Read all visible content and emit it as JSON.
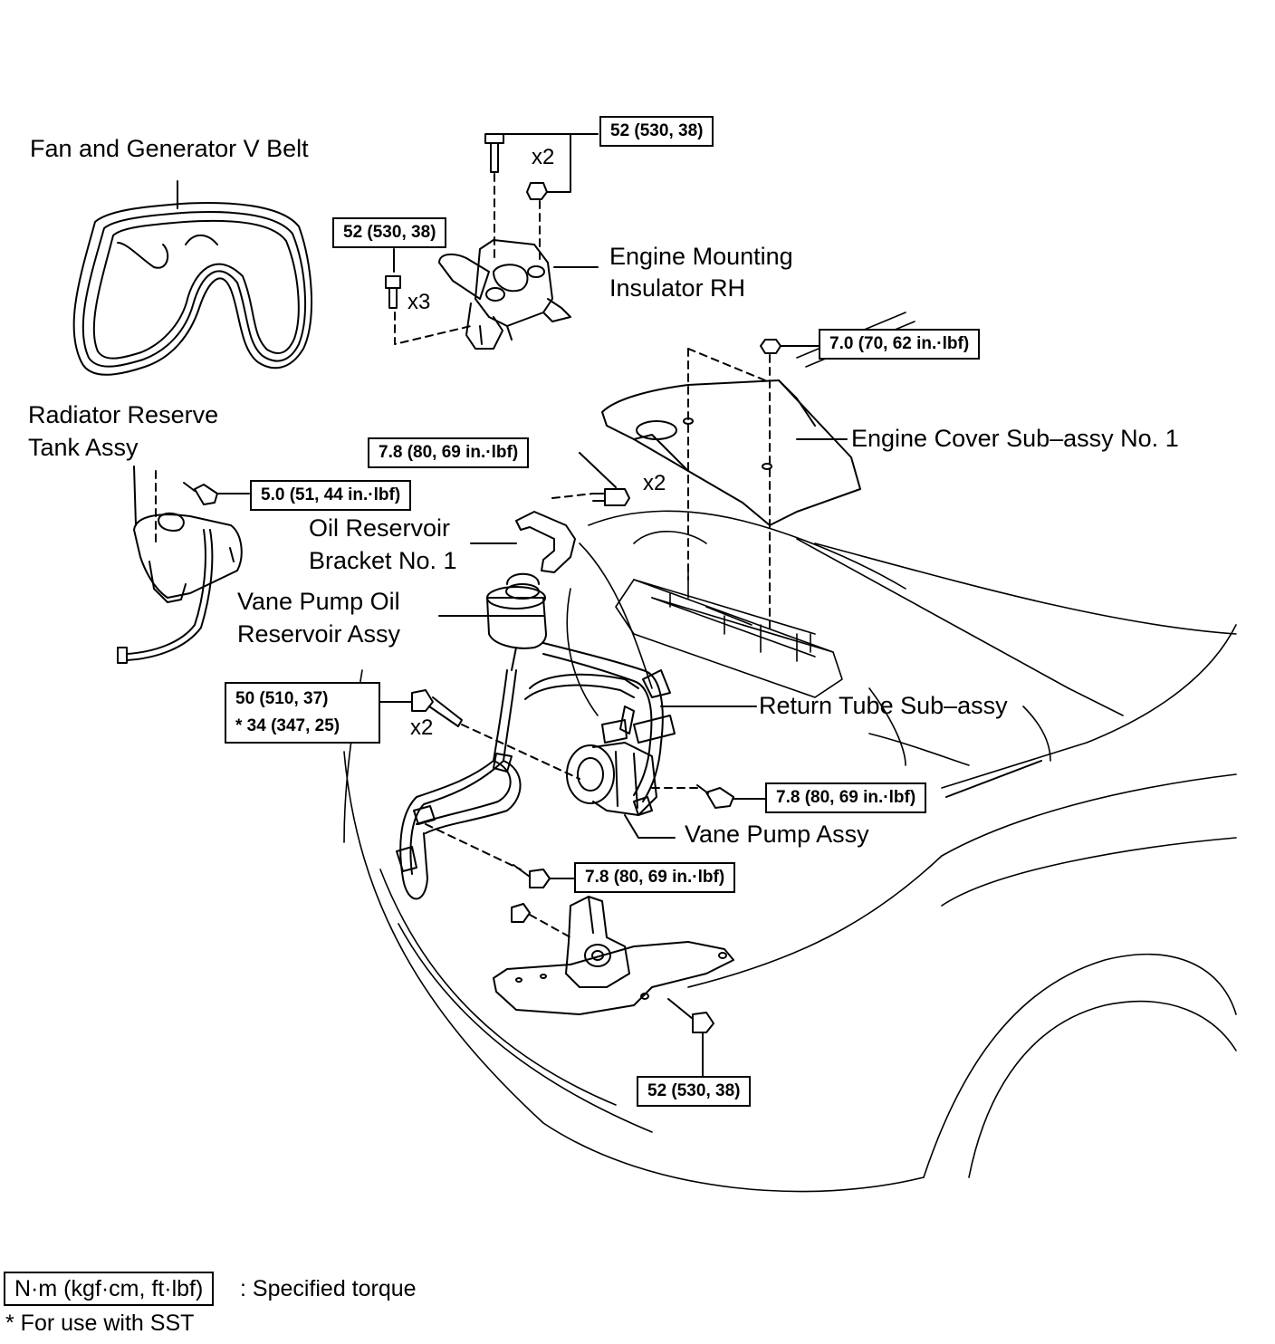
{
  "components": {
    "fan_belt": "Fan and Generator V Belt",
    "engine_mount_line1": "Engine Mounting",
    "engine_mount_line2": "Insulator RH",
    "radiator_tank_line1": "Radiator Reserve",
    "radiator_tank_line2": "Tank Assy",
    "engine_cover": "Engine Cover Sub–assy No. 1",
    "oil_bracket_line1": "Oil Reservoir",
    "oil_bracket_line2": "Bracket No. 1",
    "vane_reservoir_line1": "Vane Pump Oil",
    "vane_reservoir_line2": "Reservoir Assy",
    "return_tube": "Return Tube Sub–assy",
    "vane_pump": "Vane Pump Assy"
  },
  "torques": {
    "mount_top": "52 (530, 38)",
    "mount_left": "52 (530, 38)",
    "cover_nut": "7.0 (70, 62 in.·lbf)",
    "bracket_bolt": "7.8 (80, 69 in.·lbf)",
    "tank_bolt": "5.0 (51, 44 in.·lbf)",
    "pump_bolt_line1": "50 (510, 37)",
    "pump_bolt_line2": "* 34 (347, 25)",
    "return_tube_bolt": "7.8 (80, 69 in.·lbf)",
    "lower_bolt": "7.8 (80, 69 in.·lbf)",
    "bottom_bolt": "52 (530, 38)"
  },
  "multipliers": {
    "mount_top": "x2",
    "mount_left": "x3",
    "bracket": "x2",
    "pump": "x2"
  },
  "legend": {
    "unit": "N·m (kgf·cm, ft·lbf)",
    "unit_desc": ": Specified torque",
    "note": "* For use with SST"
  }
}
